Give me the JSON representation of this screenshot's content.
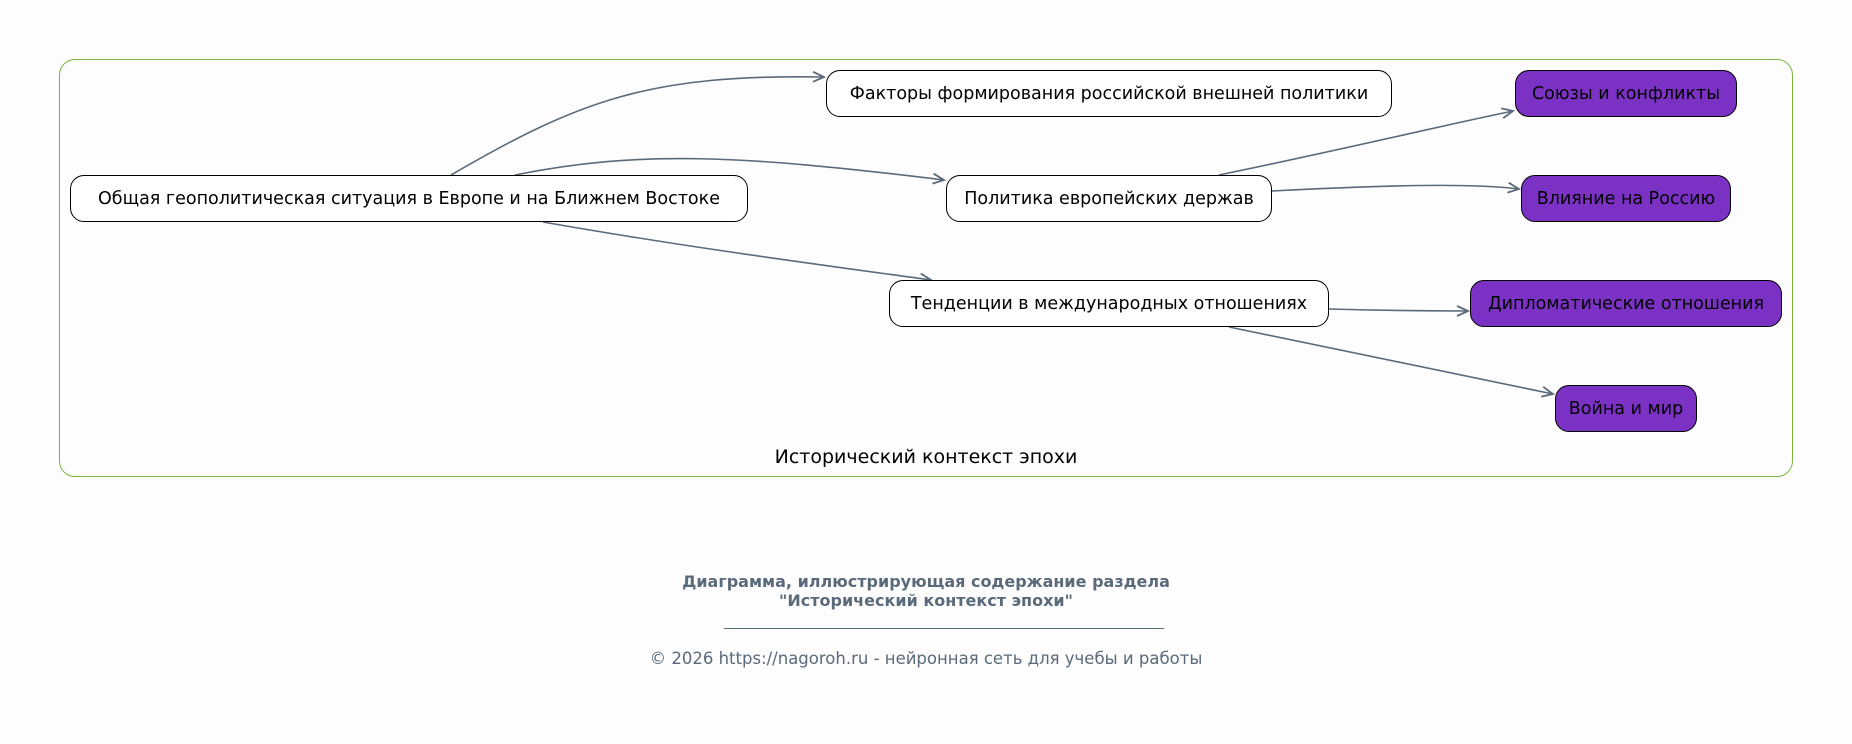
{
  "cluster": {
    "label": "Исторический контекст эпохи",
    "border_color": "#7cb342"
  },
  "nodes": {
    "root": "Общая геополитическая ситуация в Европе и на Ближнем Востоке",
    "factors": "Факторы формирования российской внешней политики",
    "policy": "Политика европейских держав",
    "trends": "Тенденции в международных отношениях",
    "alliances": "Союзы и конфликты",
    "influence": "Влияние на Россию",
    "diplomatic": "Дипломатические отношения",
    "war": "Война и мир"
  },
  "edges": [
    {
      "from": "root",
      "to": "factors"
    },
    {
      "from": "root",
      "to": "policy"
    },
    {
      "from": "root",
      "to": "trends"
    },
    {
      "from": "policy",
      "to": "alliances"
    },
    {
      "from": "policy",
      "to": "influence"
    },
    {
      "from": "trends",
      "to": "diplomatic"
    },
    {
      "from": "trends",
      "to": "war"
    }
  ],
  "colors": {
    "leaf_fill": "#7b32c4",
    "edge": "#5a6a7a"
  },
  "footer": {
    "title_line1": "Диаграмма, иллюстрирующая содержание раздела",
    "title_line2": "\"Исторический контекст эпохи\"",
    "copyright": "© 2026 https://nagoroh.ru - нейронная сеть для учебы и работы"
  }
}
